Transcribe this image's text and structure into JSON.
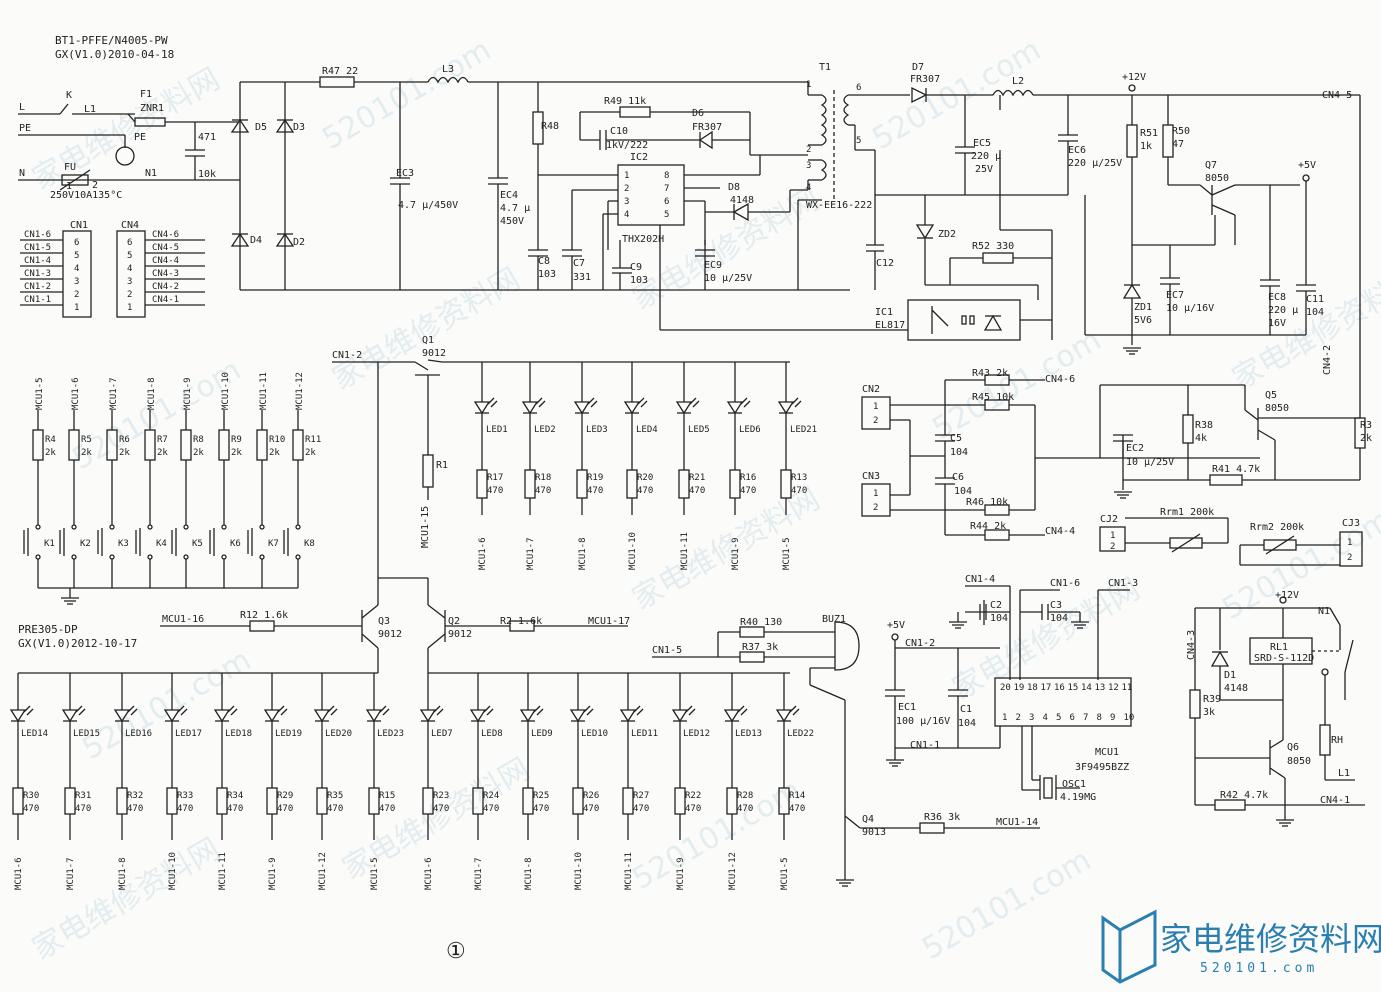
{
  "titles": {
    "board1": "BT1-PFFE/N4005-PW",
    "board1_ver": "GX(V1.0)2010-04-18",
    "board2": "PRE305-DP",
    "board2_ver": "GX(V1.0)2012-10-17",
    "page_mark": "①"
  },
  "watermark": {
    "brand": "家电维修资料网",
    "site": "520101.com",
    "logo_text": "家电维修资料网",
    "logo_sub": "520101.com"
  },
  "power": {
    "line_L": "L",
    "line_PE": "PE",
    "line_N": "N",
    "K": "K",
    "L1": "L1",
    "F1": "F1",
    "ZNR1": "ZNR1",
    "PE_sym": "PE",
    "FU": "FU",
    "FU_val": "250V10A135°C",
    "N1": "N1",
    "fu_pin1": "1",
    "fu_pin2": "2",
    "c471": "471",
    "c471b": "10k",
    "D5": "D5",
    "D3": "D3",
    "D4": "D4",
    "D2": "D2",
    "R47": "R47 22",
    "L3": "L3",
    "EC3": "EC3",
    "EC3_val": "4.7 μ/450V",
    "EC4": "EC4",
    "EC4_v1": "4.7 μ",
    "EC4_v2": "450V",
    "R48": "R48",
    "C8": "C8",
    "C8_v": "103",
    "C7": "C7",
    "C7_v": "331",
    "R49": "R49 11k",
    "C10": "C10",
    "C10_v": "1kV/222",
    "D6": "D6",
    "D6_v": "FR307",
    "IC2": "IC2",
    "IC2_part": "THX202H",
    "D8": "D8",
    "D8_v": "4148",
    "C9": "C9",
    "C9_v": "103",
    "EC9": "EC9",
    "EC9_v": "10 μ/25V",
    "T1": "T1",
    "T1_part": "WX-EE16-222",
    "C12": "C12",
    "D7": "D7",
    "D7_v": "FR307",
    "L2": "L2",
    "EC5": "EC5",
    "EC5_v1": "220 μ",
    "EC5_v2": "25V",
    "EC6": "EC6",
    "EC6_v": "220 μ/25V",
    "ZD2": "ZD2",
    "R52": "R52 330",
    "IC1": "IC1",
    "IC1_part": "EL817",
    "p12v": "+12V",
    "CN4_5": "CN4-5",
    "R51": "R51",
    "R51_v": "1k",
    "R50": "R50",
    "R50_v": "47",
    "Q7": "Q7",
    "Q7_v": "8050",
    "p5v": "+5V",
    "ZD1": "ZD1",
    "ZD1_v": "5V6",
    "EC7": "EC7",
    "EC7_v": "10 μ/16V",
    "EC8": "EC8",
    "EC8_v1": "220 μ",
    "EC8_v2": "16V",
    "C11": "C11",
    "C11_v": "104",
    "CN4_2": "CN4-2",
    "t_pins": [
      "1",
      "2",
      "3",
      "4",
      "6",
      "5"
    ],
    "ic2_pins": [
      "1",
      "2",
      "3",
      "4",
      "8",
      "7",
      "6",
      "5"
    ]
  },
  "connectors": {
    "CN1": "CN1",
    "CN4": "CN4",
    "cn1_left": [
      "CN1-6",
      "CN1-5",
      "CN1-4",
      "CN1-3",
      "CN1-2",
      "CN1-1"
    ],
    "cn1_pins": [
      "6",
      "5",
      "4",
      "3",
      "2",
      "1"
    ],
    "cn4_right": [
      "CN4-6",
      "CN4-5",
      "CN4-4",
      "CN4-3",
      "CN4-2",
      "CN4-1"
    ],
    "cn4_pins": [
      "6",
      "5",
      "4",
      "3",
      "2",
      "1"
    ]
  },
  "keys": {
    "mcu": [
      "MCU1-5",
      "MCU1-6",
      "MCU1-7",
      "MCU1-8",
      "MCU1-9",
      "MCU1-10",
      "MCU1-11",
      "MCU1-12"
    ],
    "res": [
      "R4",
      "R5",
      "R6",
      "R7",
      "R8",
      "R9",
      "R10",
      "R11"
    ],
    "val": "2k",
    "sw": [
      "K1",
      "K2",
      "K3",
      "K4",
      "K5",
      "K6",
      "K7",
      "K8"
    ]
  },
  "leds_top": {
    "CN1_2": "CN1-2",
    "Q1": "Q1",
    "Q1_v": "9012",
    "R1": "R1",
    "R1_mcu": "MCU1-15",
    "led": [
      "LED1",
      "LED2",
      "LED3",
      "LED4",
      "LED5",
      "LED6",
      "LED21"
    ],
    "res": [
      "R17",
      "R18",
      "R19",
      "R20",
      "R21",
      "R16",
      "R13"
    ],
    "val": "470",
    "mcu": [
      "MCU1-6",
      "MCU1-7",
      "MCU1-8",
      "MCU1-10",
      "MCU1-11",
      "MCU1-9",
      "MCU1-5"
    ]
  },
  "drivers": {
    "MCU1_16": "MCU1-16",
    "R12": "R12 1.6k",
    "Q3": "Q3",
    "Q3_v": "9012",
    "Q2": "Q2",
    "Q2_v": "9012",
    "R2": "R2 1.6k",
    "MCU1_17": "MCU1-17"
  },
  "leds_bottom": {
    "led": [
      "LED14",
      "LED15",
      "LED16",
      "LED17",
      "LED18",
      "LED19",
      "LED20",
      "LED23",
      "LED7",
      "LED8",
      "LED9",
      "LED10",
      "LED11",
      "LED12",
      "LED13",
      "LED22"
    ],
    "res": [
      "R30",
      "R31",
      "R32",
      "R33",
      "R34",
      "R29",
      "R35",
      "R15",
      "R23",
      "R24",
      "R25",
      "R26",
      "R27",
      "R22",
      "R28",
      "R14"
    ],
    "val": "470",
    "mcu": [
      "MCU1-6",
      "MCU1-7",
      "MCU1-8",
      "MCU1-10",
      "MCU1-11",
      "MCU1-9",
      "MCU1-12",
      "MCU1-5",
      "MCU1-6",
      "MCU1-7",
      "MCU1-8",
      "MCU1-10",
      "MCU1-11",
      "MCU1-9",
      "MCU1-12",
      "MCU1-5"
    ]
  },
  "buzzer": {
    "R40": "R40 130",
    "R37": "R37 3k",
    "BUZ1": "BUZ1",
    "CN1_5": "CN1-5",
    "Q4": "Q4",
    "Q4_v": "9013",
    "R36": "R36 3k",
    "MCU1_14": "MCU1-14"
  },
  "sensors": {
    "CN2": "CN2",
    "CN3": "CN3",
    "R43": "R43 2k",
    "CN4_6": "CN4-6",
    "R45": "R45 10k",
    "C5": "C5",
    "C5_v": "104",
    "C6": "C6",
    "C6_v": "104",
    "R46": "R46 10k",
    "R44": "R44 2k",
    "CN4_4": "CN4-4",
    "EC2": "EC2",
    "EC2_v": "10 μ/25V",
    "R38": "R38",
    "R38_v": "4k",
    "Q5": "Q5",
    "Q5_v": "8050",
    "R3": "R3",
    "R3_v": "2k",
    "R41": "R41 4.7k",
    "CJ2": "CJ2",
    "Rrm1": "Rrm1 200k",
    "Rrm2": "Rrm2 200k",
    "CJ3": "CJ3",
    "pins": [
      "1",
      "2"
    ]
  },
  "mcu": {
    "CN1_4": "CN1-4",
    "CN1_6": "CN1-6",
    "CN1_3": "CN1-3",
    "C2": "C2",
    "C2_v": "104",
    "C3": "C3",
    "C3_v": "104",
    "p5v": "+5V",
    "CN1_2": "CN1-2",
    "EC1": "EC1",
    "EC1_v": "100 μ/16V",
    "C1": "C1",
    "C1_v": "104",
    "CN1_1": "CN1-1",
    "top_pins": [
      "20",
      "19",
      "18",
      "17",
      "16",
      "15",
      "14",
      "13",
      "12",
      "11"
    ],
    "bot_pins": [
      "1",
      "2",
      "3",
      "4",
      "5",
      "6",
      "7",
      "8",
      "9",
      "10"
    ],
    "MCU1": "MCU1",
    "part": "3F9495BZZ",
    "OSC1": "OSC1",
    "OSC1_v": "4.19MG"
  },
  "relay": {
    "p12v": "+12V",
    "N1": "N1",
    "CN4_3": "CN4-3",
    "RL1": "RL1",
    "RL1_v": "SRD-S-112D",
    "D1": "D1",
    "D1_v": "4148",
    "R39": "R39",
    "R39_v": "3k",
    "RH": "RH",
    "Q6": "Q6",
    "Q6_v": "8050",
    "L1": "L1",
    "R42": "R42 4.7k",
    "CN4_1": "CN4-1"
  }
}
